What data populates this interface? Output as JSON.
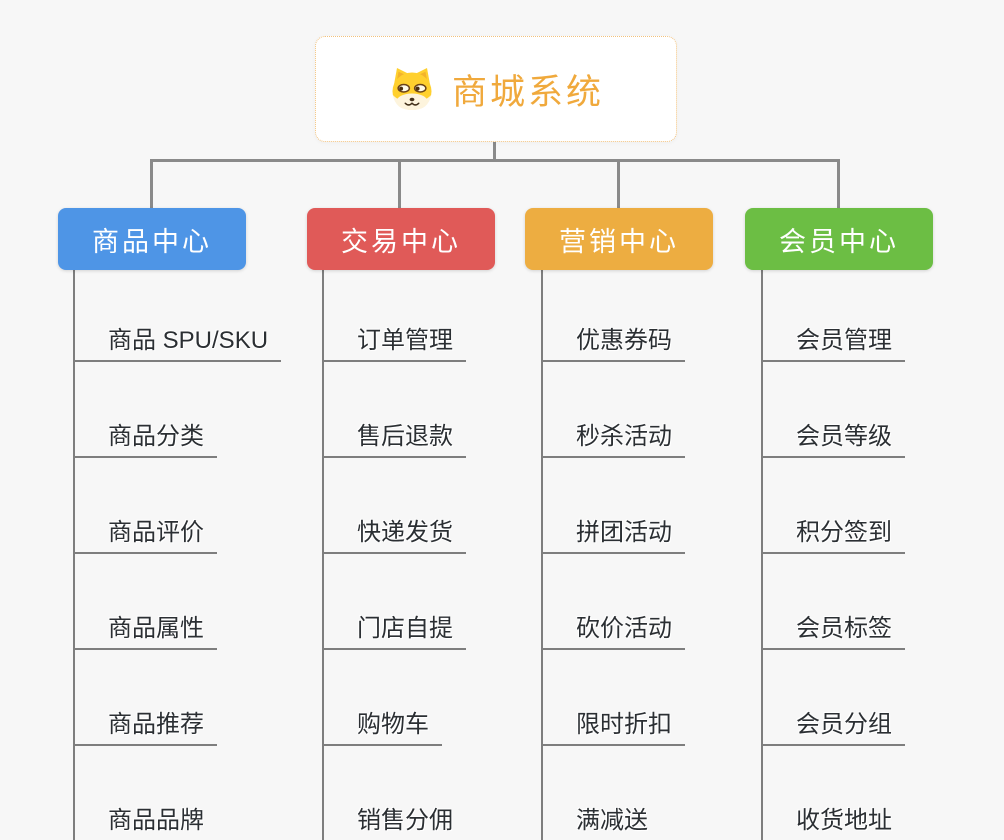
{
  "page": {
    "background": "#f7f7f7",
    "connector_color": "#8a8a8a"
  },
  "root": {
    "title": "商城系统",
    "title_color": "#f0a93c",
    "border_color": "#f2c27e",
    "icon": "shiba-dog-icon"
  },
  "branches": [
    {
      "label": "商品中心",
      "color": "#4e95e6",
      "items": [
        "商品 SPU/SKU",
        "商品分类",
        "商品评价",
        "商品属性",
        "商品推荐",
        "商品品牌"
      ]
    },
    {
      "label": "交易中心",
      "color": "#e05a58",
      "items": [
        "订单管理",
        "售后退款",
        "快递发货",
        "门店自提",
        "购物车",
        "销售分佣"
      ]
    },
    {
      "label": "营销中心",
      "color": "#edad41",
      "items": [
        "优惠券码",
        "秒杀活动",
        "拼团活动",
        "砍价活动",
        "限时折扣",
        "满减送"
      ]
    },
    {
      "label": "会员中心",
      "color": "#6cbe44",
      "items": [
        "会员管理",
        "会员等级",
        "积分签到",
        "会员标签",
        "会员分组",
        "收货地址"
      ]
    }
  ]
}
